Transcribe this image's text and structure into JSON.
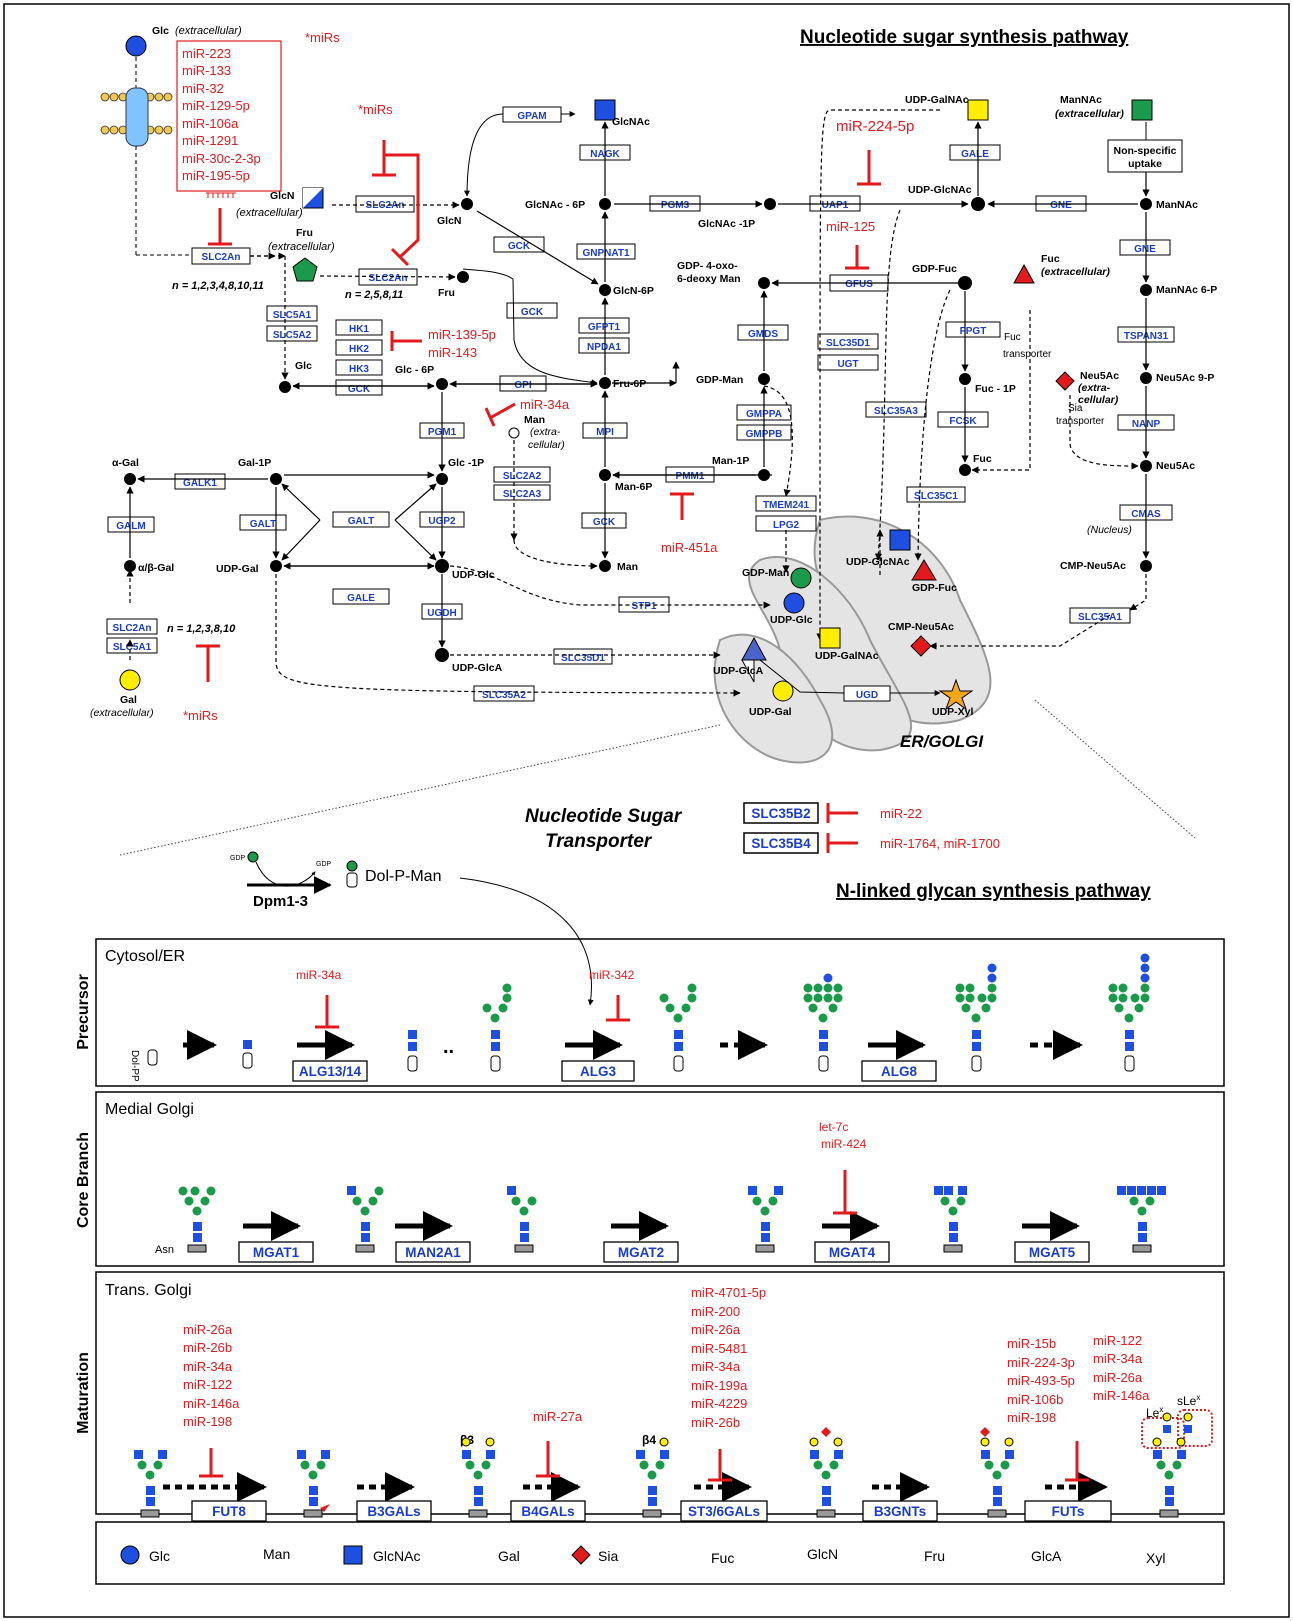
{
  "titles": {
    "nucleotide": "Nucleotide sugar synthesis pathway",
    "nlinked": "N-linked glycan synthesis pathway",
    "transporter_line1": "Nucleotide Sugar",
    "transporter_line2": "Transporter",
    "er_golgi": "ER/GOLGI"
  },
  "upper": {
    "glc_ext": "Glc",
    "glc_ext_note": "(extracellular)",
    "mir_group_title": "*miRs",
    "mir_group": [
      "miR-223",
      "miR-133",
      "miR-32",
      "miR-129-5p",
      "miR-106a",
      "miR-1291",
      "miR-30c-2-3p",
      "miR-195-5p"
    ],
    "n1": "n = 1,2,3,4,8,10,11",
    "n2": "n = 2,5,8,11",
    "n3": "n = 1,2,3,8,10",
    "mirs_star": "*miRs",
    "glcn_ext": "GlcN",
    "glcn_ext_note": "(extracellular)",
    "fru_ext": "Fru",
    "fru_ext_note": "(extracellular)",
    "gal_ext": "Gal",
    "gal_ext_note": "(extracellular)",
    "man_ext": "Man",
    "man_ext_note1": "(extra-",
    "man_ext_note2": "cellular)",
    "fuc_ext": "Fuc",
    "fuc_ext_note": "(extracellular)",
    "mannac_ext": "ManNAc",
    "mannac_ext_note": "(extracellular)",
    "neu5ac_ext1": "Neu5Ac",
    "neu5ac_ext2": "(extra-",
    "neu5ac_ext3": "cellular)",
    "nonspecific1": "Non-specific",
    "nonspecific2": "uptake",
    "fuc_transporter1": "Fuc",
    "fuc_transporter2": "transporter",
    "sia_transporter1": "Sia",
    "sia_transporter2": "transporter",
    "nucleus": "(Nucleus)",
    "metabolites": {
      "glcn": "GlcN",
      "glcnac": "GlcNAc",
      "glcnac6p": "GlcNAc - 6P",
      "glcnac1p": "GlcNAc -1P",
      "udpgalnac": "UDP-GalNAc",
      "udpglcnac": "UDP-GlcNAc",
      "mannac": "ManNAc",
      "mannac6p": "ManNAc 6-P",
      "neu5ac9p": "Neu5Ac 9-P",
      "neu5ac": "Neu5Ac",
      "cmpneu5ac": "CMP-Neu5Ac",
      "glcn6p": "GlcN-6P",
      "fru": "Fru",
      "fru6p": "Fru-6P",
      "glc": "Glc",
      "glc6p": "Glc - 6P",
      "glc1p": "Glc -1P",
      "gal1p": "Gal-1P",
      "agal": "α-Gal",
      "abgal": "α/β-Gal",
      "udpgal": "UDP-Gal",
      "udpglc": "UDP-Glc",
      "udpglca": "UDP-GlcA",
      "man": "Man",
      "man6p": "Man-6P",
      "man1p": "Man-1P",
      "gdpman": "GDP-Man",
      "gdp4oxo1": "GDP- 4-oxo-",
      "gdp4oxo2": "6-deoxy Man",
      "gdpfuc": "GDP-Fuc",
      "fuc1p": "Fuc - 1P",
      "fuc": "Fuc"
    },
    "golgi_labels": {
      "udpglcnac": "UDP-GlcNAc",
      "gdpfuc": "GDP-Fuc",
      "gdpman": "GDP-Man",
      "udpglc": "UDP-Glc",
      "udpgalnac": "UDP-GalNAc",
      "cmpneu5ac": "CMP-Neu5Ac",
      "udpglca": "UDP-GlcA",
      "udpgal": "UDP-Gal",
      "udpxyl": "UDP-Xyl"
    },
    "enzymes": {
      "gpam": "GPAM",
      "nagk": "NAGK",
      "pgm3": "PGM3",
      "uap1": "UAP1",
      "gale_top": "GALE",
      "gne1": "GNE",
      "gne2": "GNE",
      "gnpnat1": "GNPNAT1",
      "gck1": "GCK",
      "gck2": "GCK",
      "gck3": "GCK",
      "gck4": "GCK",
      "gfpt1": "GFPT1",
      "npda1": "NPDA1",
      "gfus": "GFUS",
      "gmds": "GMDS",
      "fpgt": "FPGT",
      "fcsk": "FCSK",
      "slc35d1a": "SLC35D1",
      "ugt": "UGT",
      "slc35a3": "SLC35A3",
      "slc35c1": "SLC35C1",
      "tspan31": "TSPAN31",
      "nanp": "NANP",
      "cmas": "CMAS",
      "slc35a1": "SLC35A1",
      "slc2an1": "SLC2An",
      "slc2an2": "SLC2An",
      "slc2an3": "SLC2An",
      "slc2an4": "SLC2An",
      "slc5a1": "SLC5A1",
      "slc5a2": "SLC5A2",
      "slc5a1b": "SLC5A1",
      "hk1": "HK1",
      "hk2": "HK2",
      "hk3": "HK3",
      "gpi": "GPI",
      "pgm1": "PGM1",
      "mpi": "MPI",
      "pmm1": "PMM1",
      "slc2a2": "SLC2A2",
      "slc2a3": "SLC2A3",
      "gmppa": "GMPPA",
      "gmppb": "GMPPB",
      "tmem241": "TMEM241",
      "lpg2": "LPG2",
      "galk1": "GALK1",
      "galm": "GALM",
      "galt1": "GALT",
      "galt2": "GALT",
      "ugp2": "UGP2",
      "gale": "GALE",
      "ugdh": "UGDH",
      "stp1": "STP1",
      "slc35d1b": "SLC35D1",
      "slc35a2": "SLC35A2",
      "ugd": "UGD"
    },
    "mirs": {
      "m224": "miR-224-5p",
      "m125": "miR-125",
      "m139": "miR-139-5p",
      "m143": "miR-143",
      "m34a": "miR-34a",
      "m451": "miR-451a",
      "m22": "miR-22",
      "m1764": "miR-1764, miR-1700",
      "mirs2": "*miRs"
    },
    "transporters": {
      "b2": "SLC35B2",
      "b4": "SLC35B4"
    }
  },
  "dpm": {
    "gdp_in": "GDP",
    "gdp_out": "GDP",
    "dolpman": "Dol-P-Man",
    "enzyme": "Dpm1-3"
  },
  "panels": {
    "precursor": {
      "side": "Precursor",
      "region": "Cytosol/ER",
      "dolpp": "Dol-PP",
      "enzymes": [
        "ALG13/14",
        "ALG3",
        "ALG8"
      ],
      "mirs": [
        "miR-34a",
        "miR-342"
      ]
    },
    "core": {
      "side": "Core Branch",
      "region": "Medial Golgi",
      "asn": "Asn",
      "enzymes": [
        "MGAT1",
        "MAN2A1",
        "MGAT2",
        "MGAT4",
        "MGAT5"
      ],
      "mirs": [
        "let-7c",
        "miR-424"
      ]
    },
    "maturation": {
      "side": "Maturation",
      "region": "Trans. Golgi",
      "enzymes": [
        "FUT8",
        "B3GALs",
        "B4GALs",
        "ST3/6GALs",
        "B3GNTs",
        "FUTs"
      ],
      "mir_fut8": [
        "miR-26a",
        "miR-26b",
        "miR-34a",
        "miR-122",
        "miR-146a",
        "miR-198"
      ],
      "mir_b4": [
        "miR-27a"
      ],
      "mir_st": [
        "miR-4701-5p",
        "miR-200",
        "miR-26a",
        "miR-5481",
        "miR-34a",
        "miR-199a",
        "miR-4229",
        "miR-26b"
      ],
      "mir_futs1": [
        "miR-15b",
        "miR-224-3p",
        "miR-493-5p",
        "miR-106b",
        "miR-198"
      ],
      "mir_futs2": [
        "miR-122",
        "miR-34a",
        "miR-26a",
        "miR-146a"
      ],
      "b3": "β3",
      "b4": "β4",
      "lex": "Le",
      "slex": "sLe",
      "sup": "x"
    }
  },
  "legend": [
    "Glc",
    "Man",
    "GlcNAc",
    "Gal",
    "Sia",
    "Fuc",
    "GlcN",
    "Fru",
    "GlcA",
    "Xyl"
  ],
  "colors": {
    "red": "#e31a1c",
    "blue": "#1a3ccc",
    "glc": "#1f4fe0",
    "man": "#1a9a4a",
    "gal": "#ffee00",
    "golgi": "#e4e4e4"
  }
}
